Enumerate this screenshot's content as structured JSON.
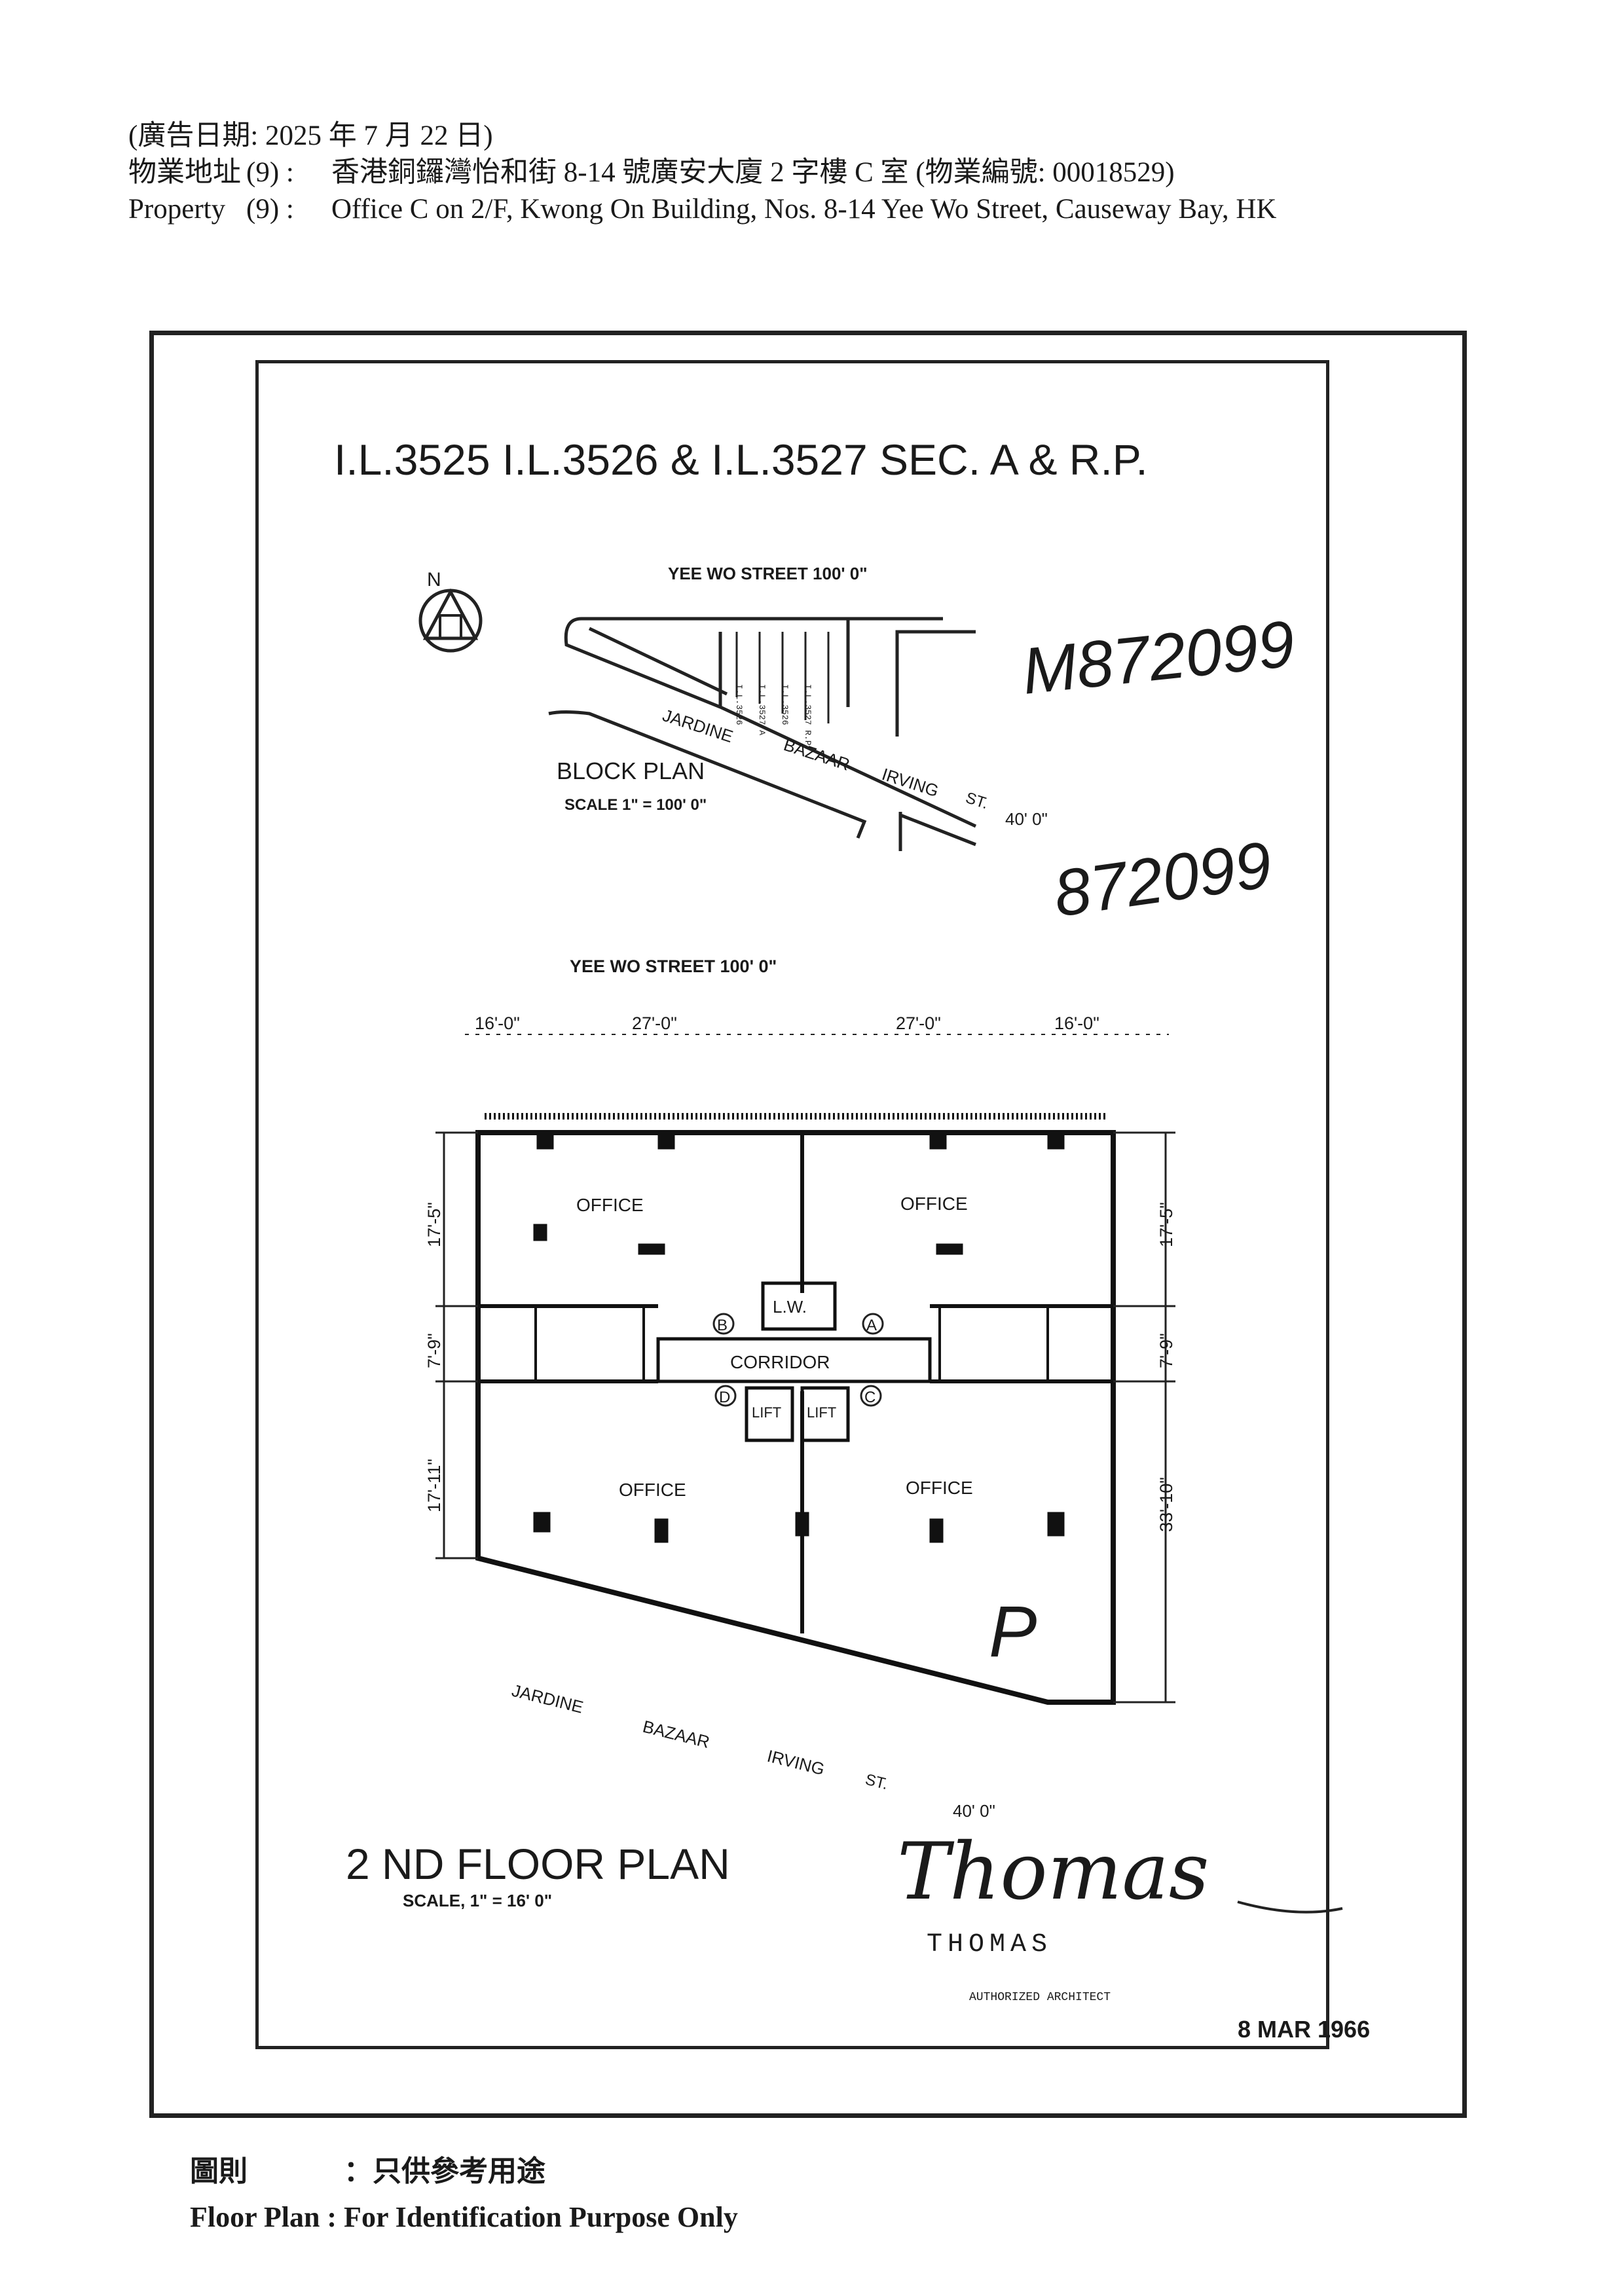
{
  "header": {
    "ad_date": "(廣告日期:  2025 年 7 月 22 日)",
    "address_label_cn": "物業地址",
    "address_number_cn": "(9) :",
    "address_cn": "香港銅鑼灣怡和街 8-14 號廣安大廈 2 字樓 C 室 (物業編號: 00018529)",
    "address_label_en": "Property",
    "address_number_en": "(9) :",
    "address_en": "Office C on 2/F, Kwong On Building, Nos. 8-14 Yee Wo Street, Causeway Bay, HK"
  },
  "plan": {
    "lot_title": "I.L.3525  I.L.3526 & I.L.3527 SEC. A & R.P.",
    "north_label": "N",
    "block_plan": {
      "title": "BLOCK PLAN",
      "scale": "SCALE  1\" = 100' 0\"",
      "street_top": "YEE    WO    STREET    100' 0\"",
      "street_diag_1": "JARDINE",
      "street_diag_2": "BAZAAR",
      "street_diag_3": "IRVING",
      "street_diag_4": "ST.",
      "street_diag_width": "40' 0\"",
      "lots": [
        "I.L.3526",
        "I.L.3527 A",
        "I.L.3526",
        "I.L.3527 R.P."
      ]
    },
    "handwritten_number_1": "M872099",
    "handwritten_number_2": "872099",
    "floor_plan": {
      "street_top": "YEE    WO    STREET    100' 0\"",
      "dimensions_top": [
        "16'-0\"",
        "27'-0\"",
        "27'-0\"",
        "16'-0\""
      ],
      "dimensions_left": [
        "17'-5\"",
        "7'-9\"",
        "17'-11\""
      ],
      "dimensions_right": [
        "17'-5\"",
        "7'-9\"",
        "33'-10\""
      ],
      "room_office": "OFFICE",
      "corridor": "CORRIDOR",
      "lw": "L.W.",
      "lift": "LIFT",
      "markers": [
        "A",
        "B",
        "C",
        "D"
      ],
      "hand_mark": "P",
      "street_bottom_1": "JARDINE",
      "street_bottom_2": "BAZAAR",
      "street_bottom_3": "IRVING",
      "street_bottom_4": "ST.",
      "street_bottom_width": "40' 0\"",
      "title": "2 ND FLOOR  PLAN",
      "scale": "SCALE, 1\" = 16' 0\""
    },
    "signature": "Thomas",
    "stamp_name": "THOMAS",
    "stamp_line_2": "AUTHORIZED ARCHITECT",
    "date_stamp": "8 MAR 1966"
  },
  "footer": {
    "label_cn": "圖則",
    "text_cn": "：只供參考用途",
    "text_en": "Floor Plan : For Identification Purpose Only"
  }
}
